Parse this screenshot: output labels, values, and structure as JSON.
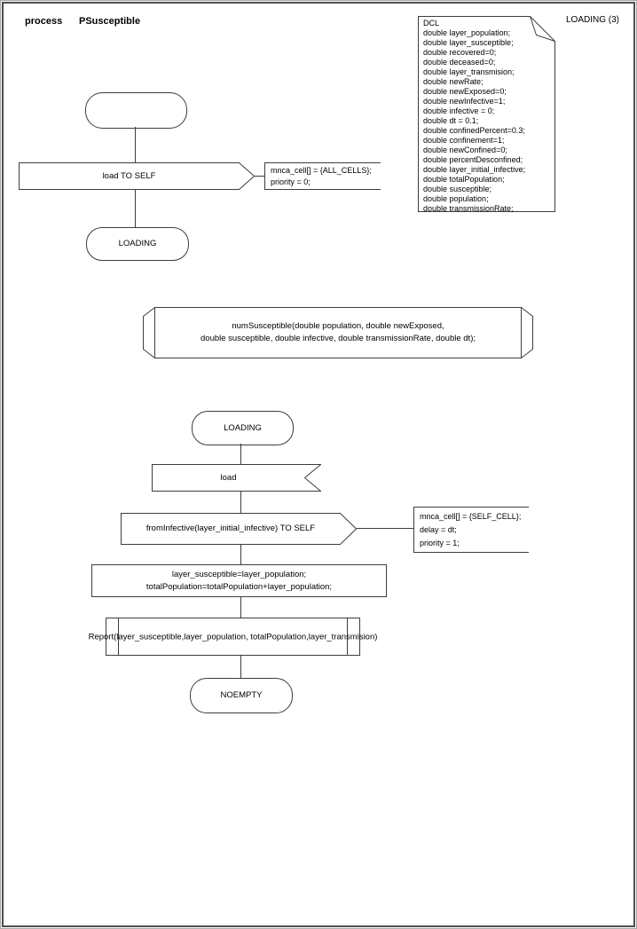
{
  "header": {
    "keyword": "process",
    "name": "PSusceptible",
    "state_badge": "LOADING (3)"
  },
  "dcl": {
    "lines": [
      "DCL",
      "double layer_population;",
      "double layer_susceptible;",
      "double recovered=0;",
      "double deceased=0;",
      "double layer_transmision;",
      "double newRate;",
      "double newExposed=0;",
      "double newInfective=1;",
      "double infective = 0;",
      "double dt = 0.1;",
      "double confinedPercent=0.3;",
      "double confinement=1;",
      "double newConfined=0;",
      "double percentDesconfined;",
      "double layer_initial_infective;",
      "double totalPopulation;",
      "double susceptible;",
      "double population;",
      "double transmissionRate;"
    ]
  },
  "flow_top": {
    "output_load_self": "load TO SELF",
    "comment_all_cells": [
      "mnca_cell[] = {ALL_CELLS};",
      "priority = 0;"
    ],
    "state_loading": "LOADING"
  },
  "procedure_decl": {
    "line1": "numSusceptible(double population, double newExposed,",
    "line2": "double susceptible, double infective, double transmissionRate, double dt);"
  },
  "flow_main": {
    "state_loading": "LOADING",
    "input_load": "load",
    "output_from_infective": "fromInfective(layer_initial_infective) TO SELF",
    "comment_self_cell": [
      "mnca_cell[] = {SELF_CELL};",
      "delay = dt;",
      "priority = 1;"
    ],
    "task_line1": "layer_susceptible=layer_population;",
    "task_line2": "totalPopulation=totalPopulation+layer_population;",
    "procedure_call": "Report(layer_susceptible,layer_population, totalPopulation,layer_transmision)",
    "state_noempty": "NOEMPTY"
  },
  "colors": {
    "stroke": "#3d3d3d",
    "text": "#000000",
    "background": "#ffffff"
  }
}
